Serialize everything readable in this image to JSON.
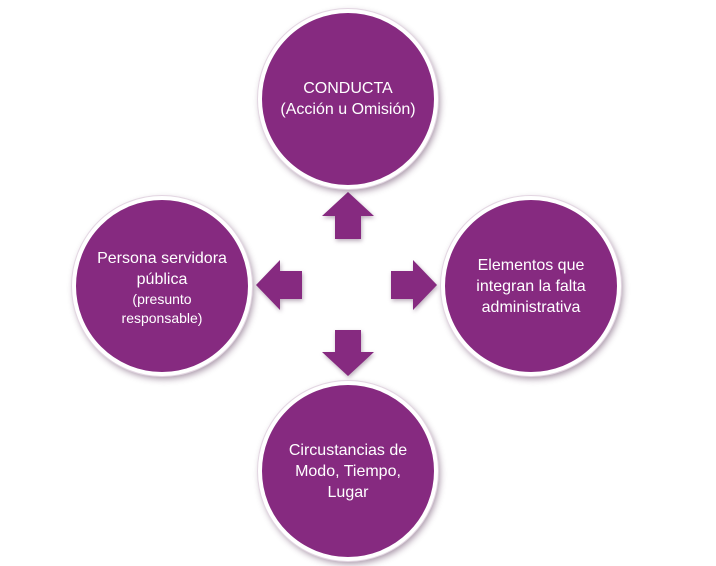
{
  "colors": {
    "node_fill": "#862a80",
    "arrow_fill": "#862a80"
  },
  "nodes": {
    "top": {
      "line1": "CONDUCTA",
      "line2": "(Acción u Omisión)"
    },
    "left": {
      "line1": "Persona servidora",
      "line2": "pública",
      "line3": "(presunto responsable)"
    },
    "right": {
      "line1": "Elementos que",
      "line2": "integran la falta",
      "line3": "administrativa"
    },
    "bottom": {
      "line1": "Circustancias de",
      "line2": "Modo, Tiempo,",
      "line3": "Lugar"
    }
  },
  "arrows": [
    "up-arrow",
    "left-arrow",
    "right-arrow",
    "down-arrow"
  ]
}
